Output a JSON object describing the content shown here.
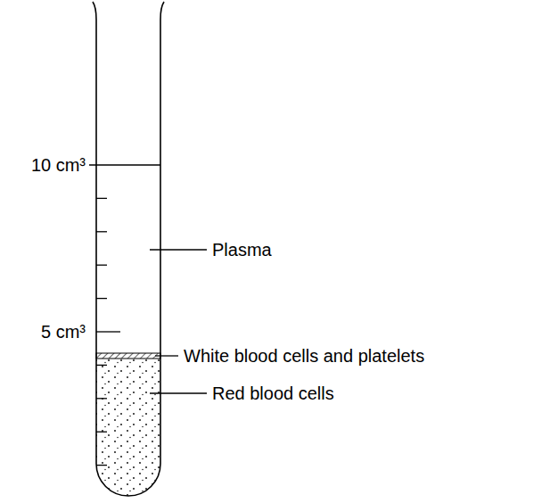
{
  "diagram": {
    "labels": [
      "10 cm³",
      "Plasma",
      "5 cm³",
      "White blood cells and platelets",
      "Red blood cells"
    ]
  }
}
